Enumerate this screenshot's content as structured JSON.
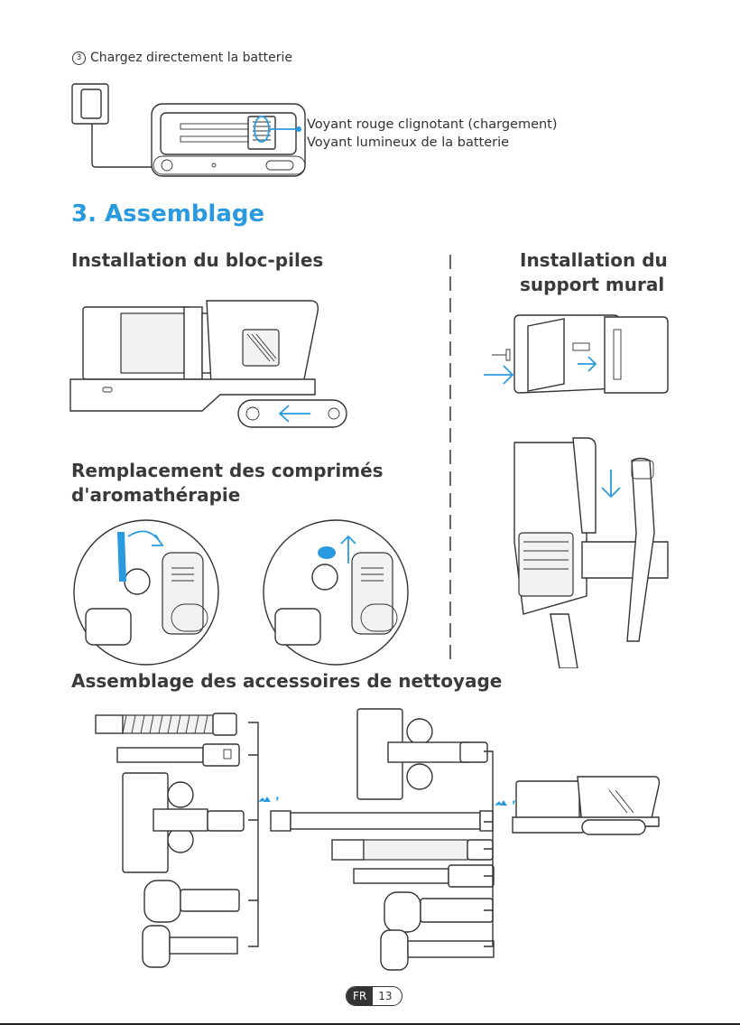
{
  "charging": {
    "step_number": "3",
    "step_text": "Chargez directement la batterie",
    "indicator_red": "Voyant rouge clignotant (chargement)",
    "indicator_battery": "Voyant lumineux de la batterie"
  },
  "assembly": {
    "title": "3. Assemblage",
    "battery_install_title": "Installation du bloc-piles",
    "wall_mount_title_line1": "Installation du",
    "wall_mount_title_line2": "support mural",
    "aroma_title_line1": "Remplacement des comprimés",
    "aroma_title_line2": "d'aromathérapie",
    "accessories_title": "Assemblage des accessoires de nettoyage"
  },
  "footer": {
    "lang": "FR",
    "page": "13"
  },
  "colors": {
    "accent": "#2a9ae0",
    "text": "#333333"
  }
}
